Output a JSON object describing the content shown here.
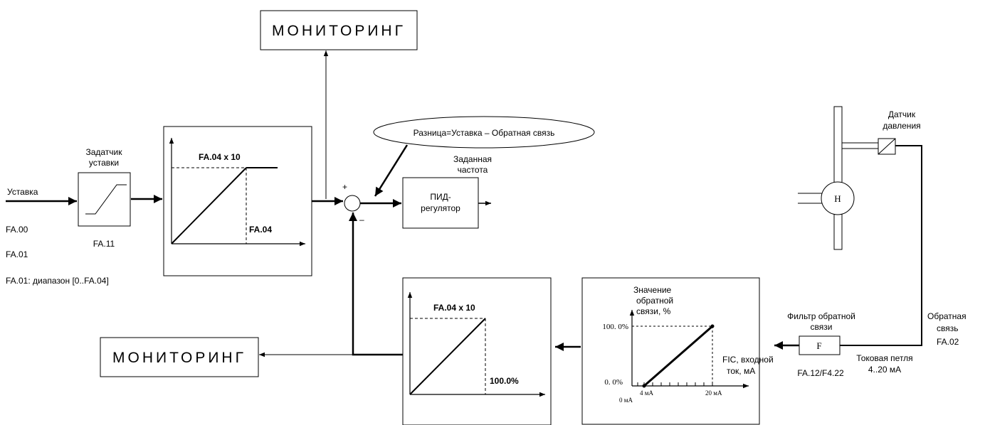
{
  "monitor_top": "МОНИТОРИНГ",
  "monitor_bottom": "МОНИТОРИНГ",
  "setpoint_input": "Уставка",
  "setpoint_generator": {
    "line1": "Задатчик",
    "line2": "уставки",
    "param": "FA.11"
  },
  "params_left": {
    "p1": "FA.00",
    "p2": "FA.01",
    "p3": "FA.01: диапазон [0..FA.04]"
  },
  "setpoint_scaling": {
    "top_label": "FA.04 x 10",
    "x_label": "FA.04"
  },
  "difference_note": "Разница=Уставка – Обратная связь",
  "sum_plus": "+",
  "sum_minus": "–",
  "target_freq": {
    "line1": "Заданная",
    "line2": "частота"
  },
  "pid": {
    "line1": "ПИД-",
    "line2": "регулятор"
  },
  "feedback_scaling": {
    "top_label": "FA.04 x 10",
    "x_label": "100.0%"
  },
  "feedback_curve": {
    "ylabel1": "Значение",
    "ylabel2": "обратной",
    "ylabel3": "связи, %",
    "y100": "100. 0%",
    "y0": "0. 0%",
    "x4": "4 мА",
    "x20": "20 мА",
    "x0": "0 мА",
    "xlabel1": "FIC, входной",
    "xlabel2": "ток, мА"
  },
  "filter": {
    "line1": "Фильтр обратной",
    "line2": "связи",
    "symbol": "F",
    "param": "FA.12/F4.22"
  },
  "current_loop": {
    "line1": "Токовая петля",
    "line2": "4..20 мА"
  },
  "feedback": {
    "line1": "Обратная",
    "line2": "связь",
    "param": "FA.02"
  },
  "sensor": {
    "line1": "Датчик",
    "line2": "давления"
  },
  "pump_symbol": "H"
}
